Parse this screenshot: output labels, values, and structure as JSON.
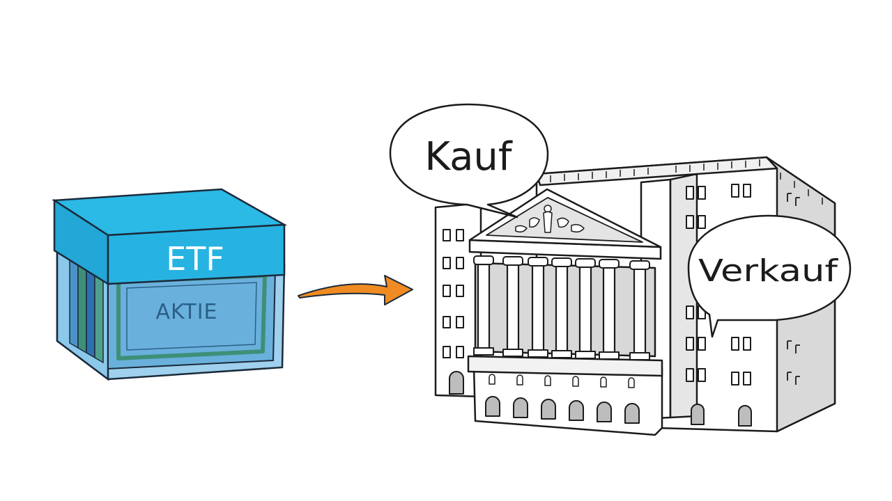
{
  "etf_box": {
    "lid_label": "ETF",
    "card_label": "AKTIE",
    "colors": {
      "lid": "#29b6e3",
      "glass": "#5aaee0",
      "card": "#6ab0dc",
      "card_text": "#2a5f86",
      "lid_text": "#ffffff",
      "green": "#3f8f78"
    }
  },
  "arrow": {
    "color": "#ef8b22",
    "icon": "curved-arrow-right"
  },
  "exchange": {
    "icon": "stock-exchange-building",
    "bubbles": {
      "buy": "Kauf",
      "sell": "Verkauf"
    }
  }
}
